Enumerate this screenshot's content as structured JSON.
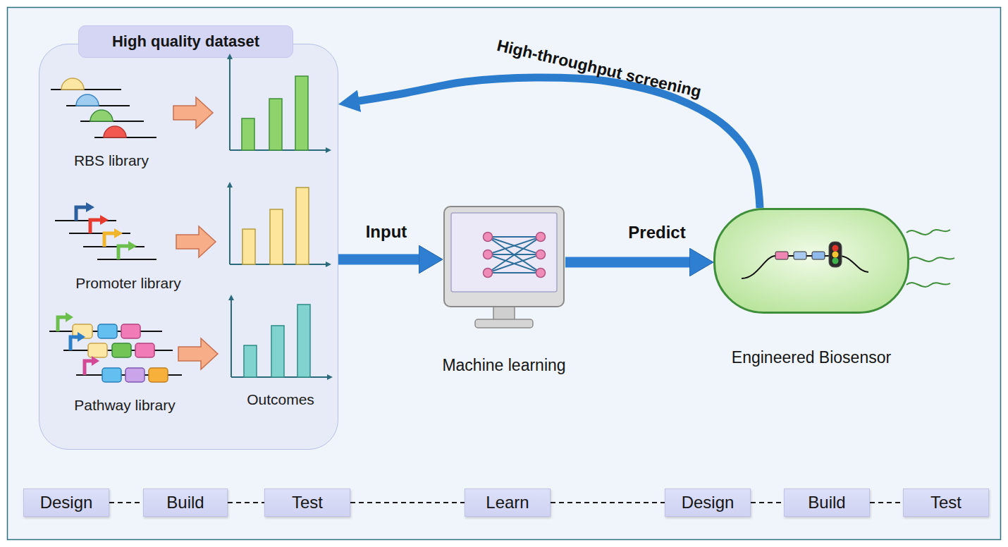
{
  "diagram": {
    "nodes": [
      {
        "text": [
          "High quality dataset"
        ]
      },
      {
        "text": [
          "Machine learning"
        ]
      },
      {
        "text": [
          "Engineered Biosensor"
        ]
      },
      {
        "text": [
          "Design"
        ]
      },
      {
        "text": [
          "Build"
        ]
      },
      {
        "text": [
          "Test"
        ]
      },
      {
        "text": [
          "Learn"
        ]
      },
      {
        "text": [
          "Design"
        ]
      },
      {
        "text": [
          "Build"
        ]
      },
      {
        "text": [
          "Test"
        ]
      }
    ],
    "edges": [
      {
        "from": 0,
        "to": 1,
        "arrow": "to",
        "label": "Input"
      },
      {
        "from": 1,
        "to": 2,
        "arrow": "to",
        "label": "Predict"
      },
      {
        "from": 2,
        "to": 0,
        "arrow": "to",
        "label": "High-throughput screening"
      },
      {
        "from": 3,
        "to": 4,
        "arrow": "none"
      },
      {
        "from": 4,
        "to": 5,
        "arrow": "none"
      },
      {
        "from": 5,
        "to": 6,
        "arrow": "none"
      },
      {
        "from": 6,
        "to": 7,
        "arrow": "none"
      },
      {
        "from": 7,
        "to": 8,
        "arrow": "none"
      },
      {
        "from": 8,
        "to": 9,
        "arrow": "none"
      }
    ],
    "labels": [
      "RBS library",
      "Promoter library",
      "Pathway library",
      "Outcomes"
    ]
  }
}
